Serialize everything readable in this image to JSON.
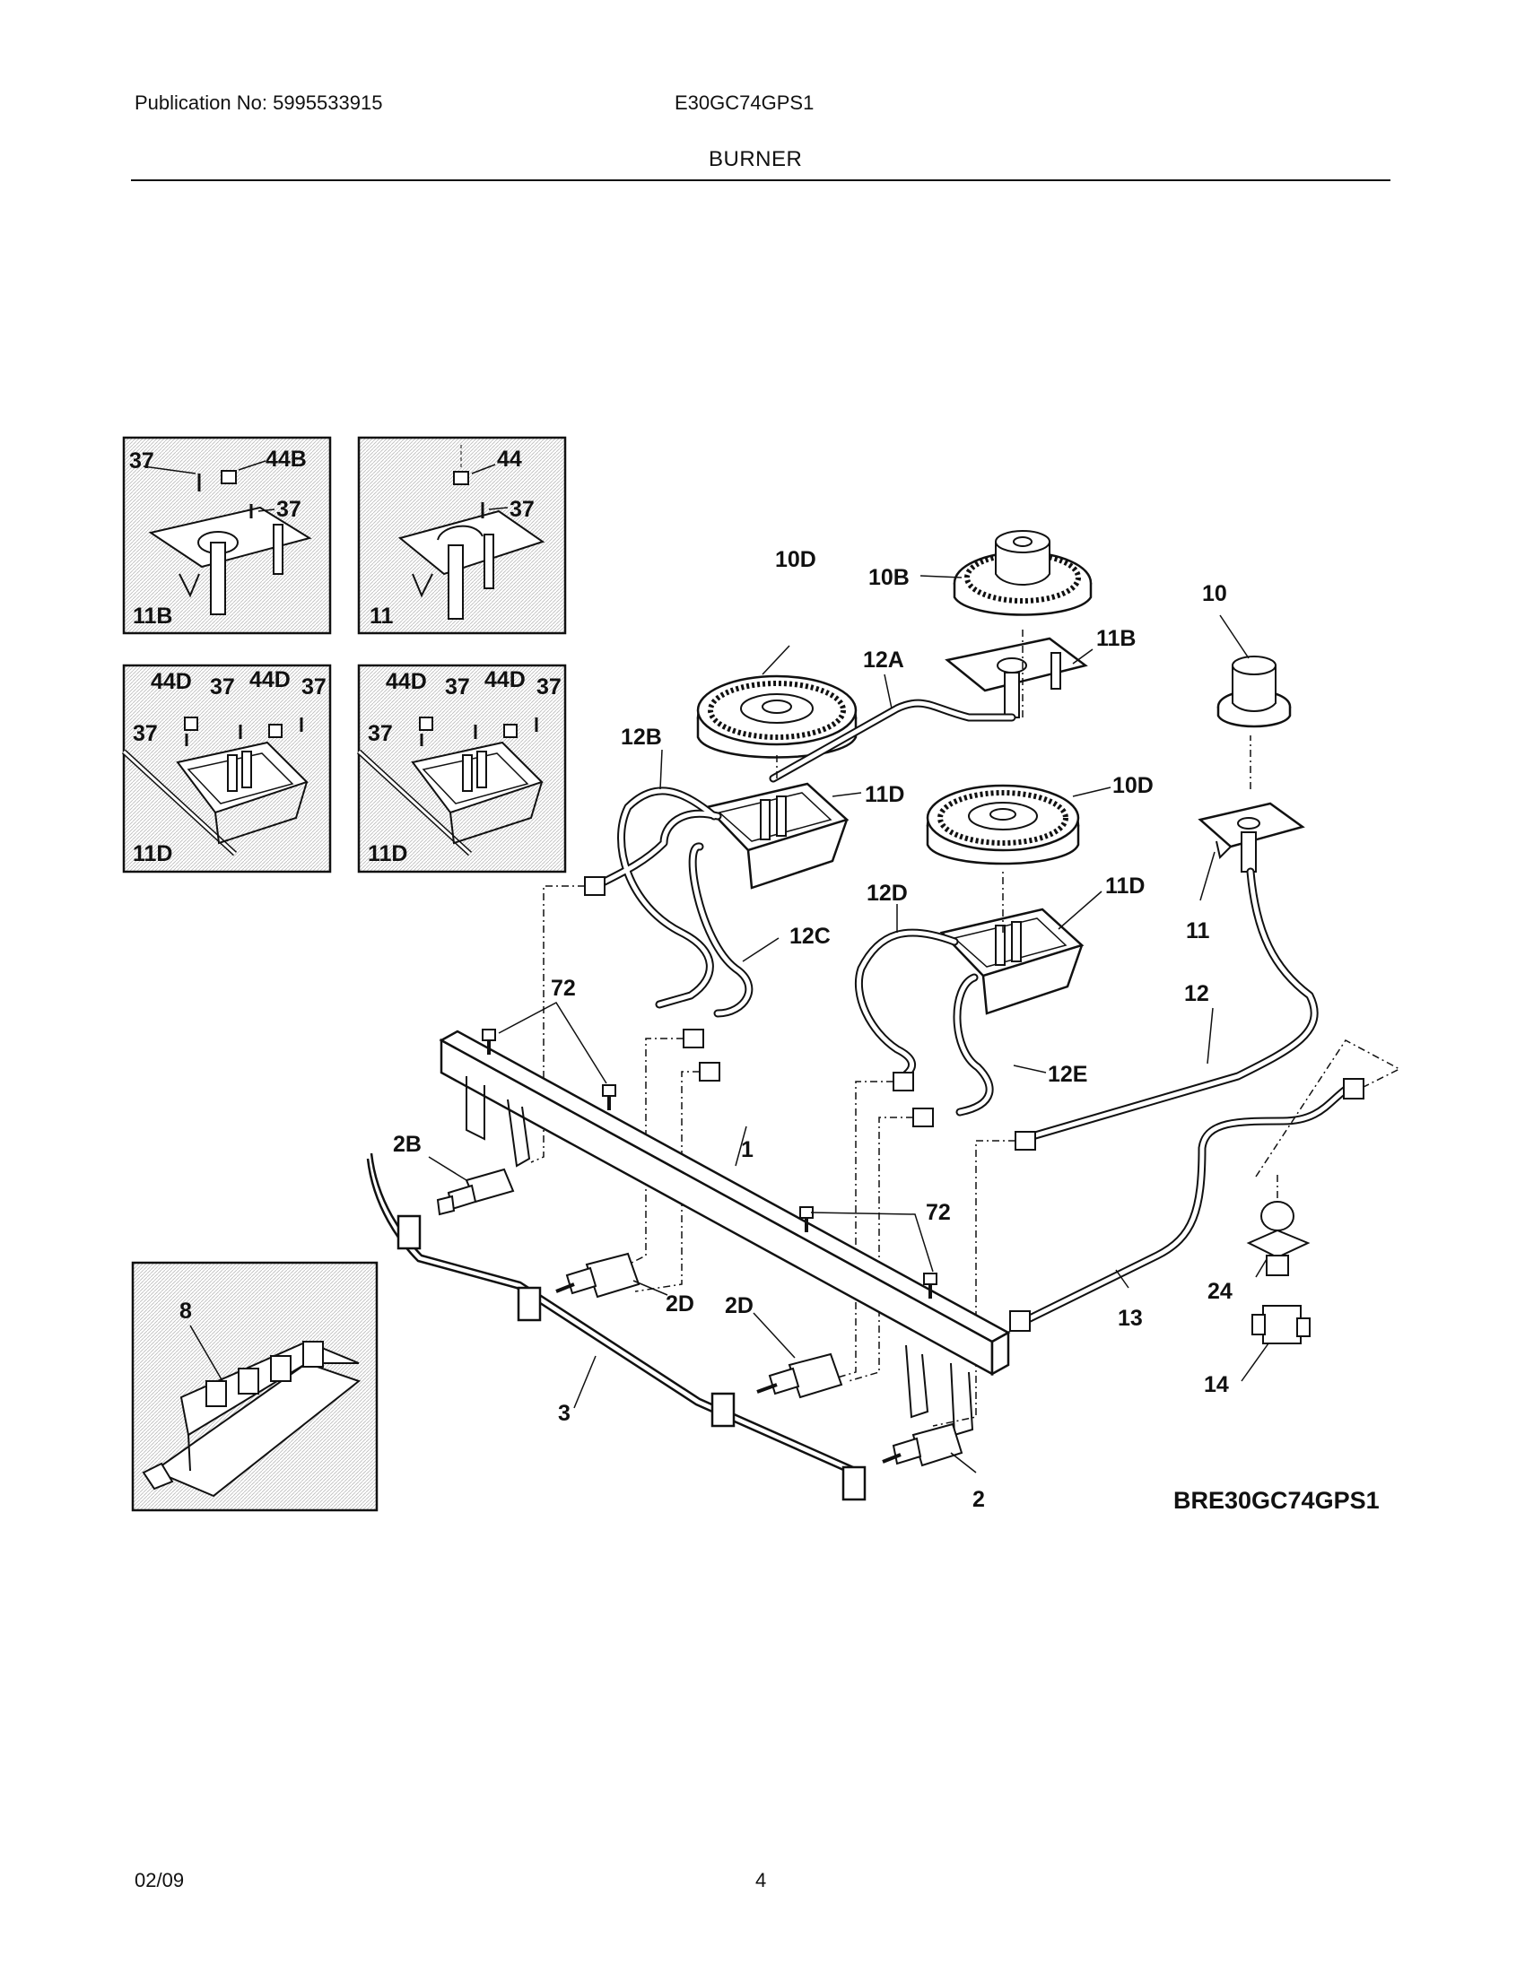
{
  "header": {
    "publication": "Publication No: 5995533915",
    "model": "E30GC74GPS1",
    "section": "BURNER"
  },
  "footer": {
    "date": "02/09",
    "page": "4"
  },
  "diagram": {
    "code": "BRE30GC74GPS1",
    "labels": {
      "p1": "1",
      "p2": "2",
      "p2B": "2B",
      "p2D_a": "2D",
      "p2D_b": "2D",
      "p3": "3",
      "p8": "8",
      "p10": "10",
      "p10B": "10B",
      "p10D_a": "10D",
      "p10D_b": "10D",
      "p11": "11",
      "p11B": "11B",
      "p11D_a": "11D",
      "p11D_b": "11D",
      "p12": "12",
      "p12A": "12A",
      "p12B": "12B",
      "p12C": "12C",
      "p12D": "12D",
      "p12E": "12E",
      "p13": "13",
      "p14": "14",
      "p24": "24",
      "p72_a": "72",
      "p72_b": "72"
    },
    "insets": {
      "inset_11B": {
        "title": "11B",
        "l37": "37",
        "l44": "44B",
        "l37b": "37"
      },
      "inset_11": {
        "title": "11",
        "l44": "44",
        "l37": "37"
      },
      "inset_11D_a": {
        "title": "11D",
        "l44a": "44D",
        "l37a": "37",
        "l44b": "44D",
        "l37b": "37",
        "l37c": "37"
      },
      "inset_11D_b": {
        "title": "11D",
        "l44a": "44D",
        "l37a": "37",
        "l44b": "44D",
        "l37b": "37",
        "l37c": "37"
      }
    }
  }
}
